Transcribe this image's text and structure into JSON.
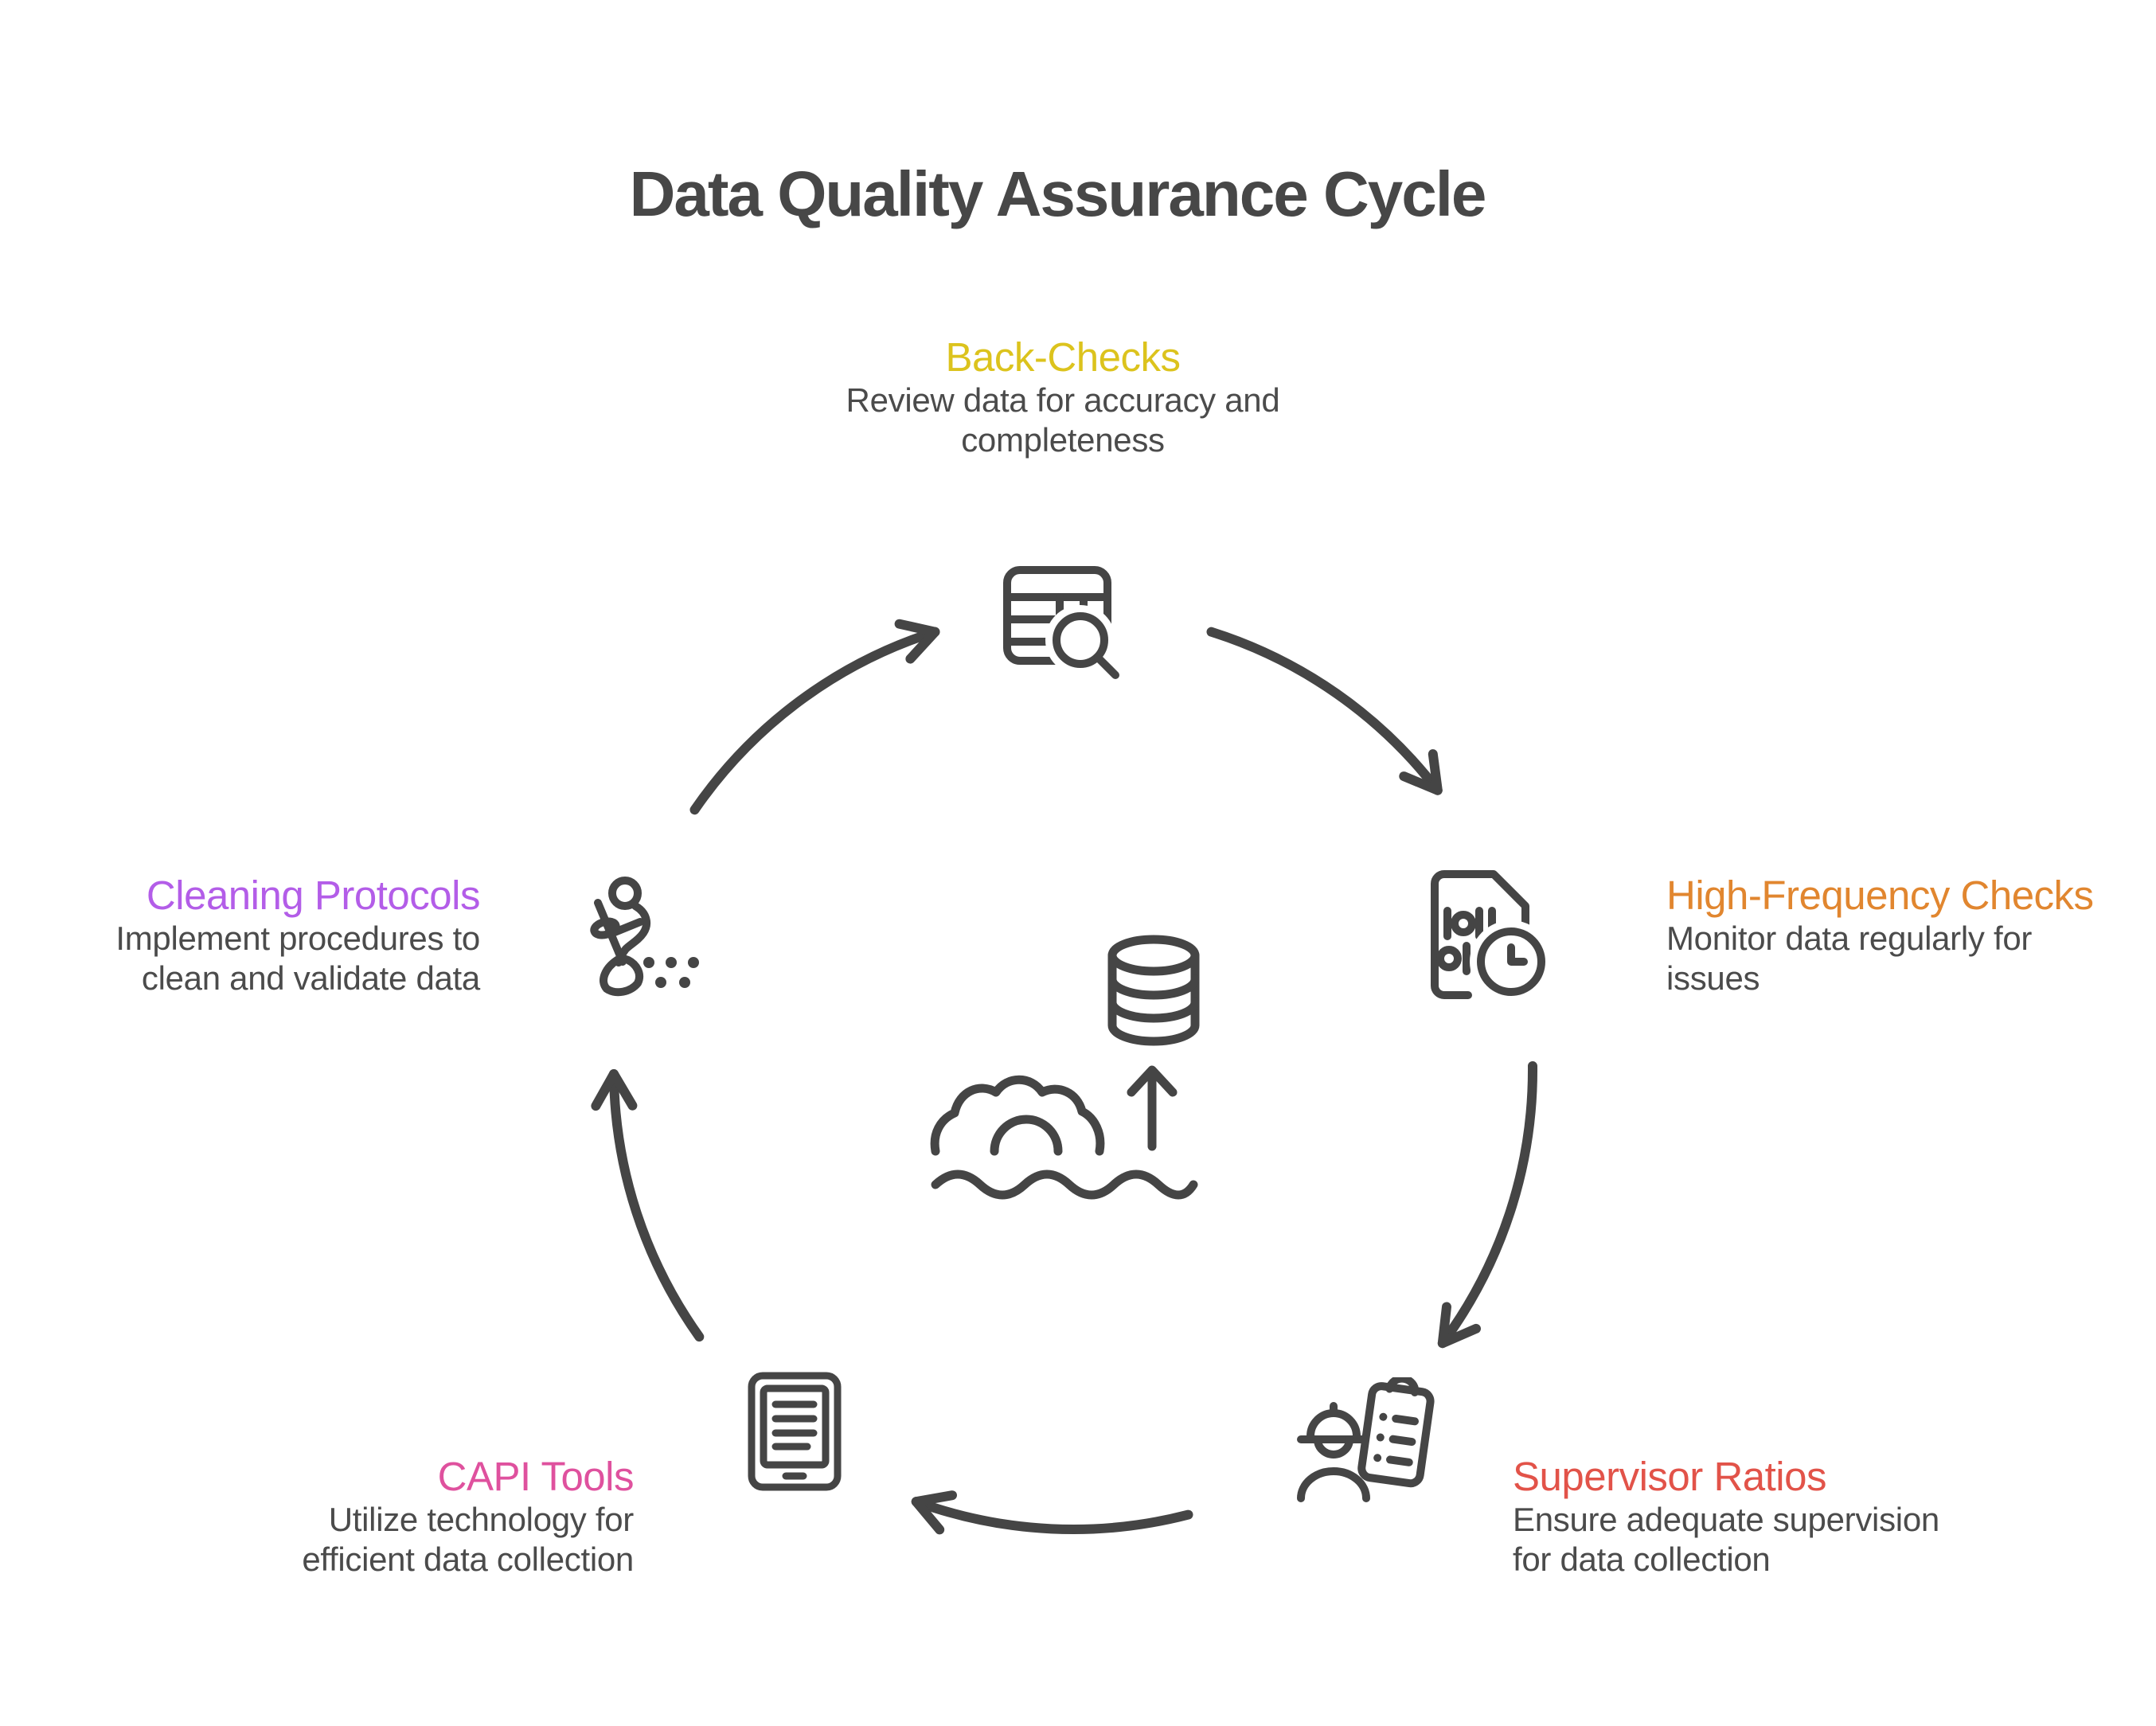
{
  "title": "Data Quality Assurance Cycle",
  "colors": {
    "title": "#474747",
    "body_text": "#4B4B4B",
    "line": "#454545",
    "background": "#FFFFFF"
  },
  "center_icon": "data-processing-icon",
  "nodes": [
    {
      "id": "back-checks",
      "label": "Back-Checks",
      "color": "#DCC31D",
      "description": "Review data for accuracy and completeness",
      "description_lines": [
        "Review data for accuracy and",
        "completeness"
      ],
      "icon": "table-search-icon",
      "position": "top"
    },
    {
      "id": "high-frequency-checks",
      "label": "High-Frequency Checks",
      "color": "#E1862F",
      "description": "Monitor data regularly for issues",
      "description_lines": [
        "Monitor data regularly for",
        "issues"
      ],
      "icon": "binary-document-clock-icon",
      "position": "right"
    },
    {
      "id": "supervisor-ratios",
      "label": "Supervisor Ratios",
      "color": "#E25349",
      "description": "Ensure adequate supervision for data collection",
      "description_lines": [
        "Ensure adequate supervision",
        "for data collection"
      ],
      "icon": "supervisor-clipboard-icon",
      "position": "bottom-right"
    },
    {
      "id": "capi-tools",
      "label": "CAPI Tools",
      "color": "#DF519E",
      "description": "Utilize technology for efficient data collection",
      "description_lines": [
        "Utilize technology for",
        "efficient data collection"
      ],
      "icon": "tablet-icon",
      "position": "bottom-left"
    },
    {
      "id": "cleaning-protocols",
      "label": "Cleaning Protocols",
      "color": "#B35DE8",
      "description": "Implement procedures to clean and validate data",
      "description_lines": [
        "Implement procedures to",
        "clean and validate data"
      ],
      "icon": "sweeping-person-icon",
      "position": "left"
    }
  ]
}
